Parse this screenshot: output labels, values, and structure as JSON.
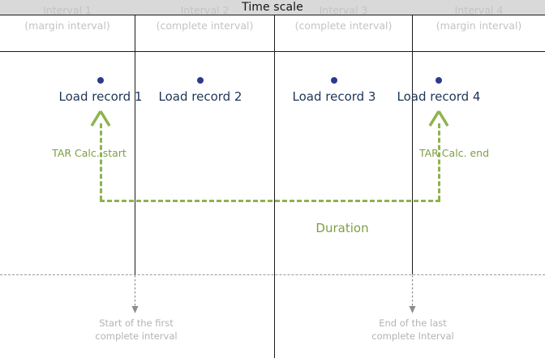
{
  "header": {
    "title": "Time scale",
    "band_color": "#d9d9d9",
    "title_color": "#151515"
  },
  "colors": {
    "record_dot": "#2b3a8f",
    "record_text": "#1d3557",
    "accent_green": "#8fb24f",
    "green_text": "#7d9e45",
    "muted_gray": "#c3c3c3",
    "line_black": "#1a1a1a",
    "dotted_gray": "#9a9a9a"
  },
  "intervals": [
    {
      "name": "Interval  1",
      "type": "(margin interval)"
    },
    {
      "name": "Interval  2",
      "type": "(complete interval)"
    },
    {
      "name": "Interval  3",
      "type": "(complete interval)"
    },
    {
      "name": "Interval  4",
      "type": "(margin interval)"
    }
  ],
  "records": [
    {
      "label": "Load record 1"
    },
    {
      "label": "Load record 2"
    },
    {
      "label": "Load record 3"
    },
    {
      "label": "Load record 4"
    }
  ],
  "annotations": {
    "tar_start": "TAR Calc. start",
    "tar_end": "TAR Calc. end",
    "duration": "Duration"
  },
  "boundaries": [
    {
      "line1": "Start of the first",
      "line2": "complete interval"
    },
    {
      "line1": "End of the last",
      "line2": "complete Interval"
    }
  ]
}
